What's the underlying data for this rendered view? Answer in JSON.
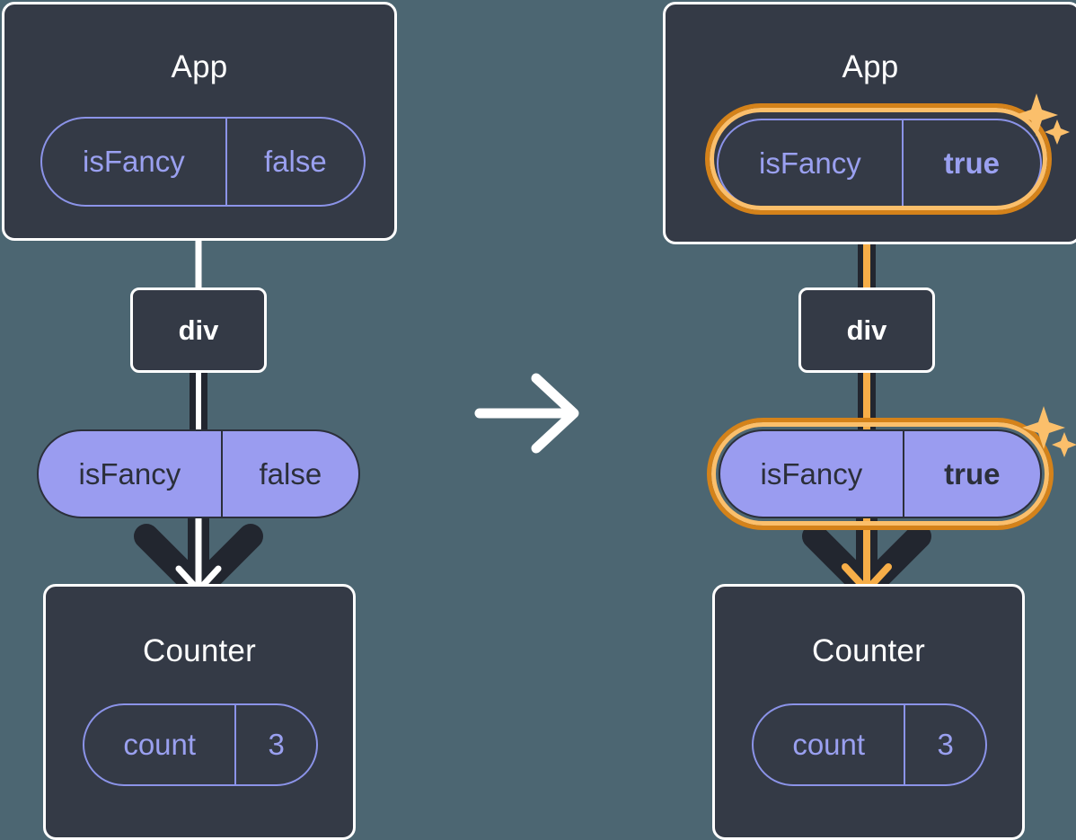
{
  "diagram": {
    "title_semantics": "React state update propagation: App passes isFancy prop down through div to Counter",
    "transition_arrow": "→",
    "colors": {
      "background": "#4C6672",
      "box_fill": "#343A46",
      "box_border": "#FFFFFF",
      "pill_outline": "#8B93E8",
      "pill_text_ghost": "#9AA0F0",
      "pill_solid_fill": "#9A9CF0",
      "pill_solid_text": "#2B2F3A",
      "highlight_outer": "#D4821A",
      "highlight_inner": "#FBBF6B",
      "sparkle": "#FBBF6B",
      "edge_dark": "#22262F",
      "edge_light": "#FFFFFF",
      "edge_highlight": "#F7AE48"
    },
    "panels": [
      {
        "id": "before",
        "state_label": "before",
        "app": {
          "title": "App",
          "pill": {
            "name": "isFancy",
            "value": "false",
            "highlighted": false,
            "value_bold": false
          }
        },
        "element": {
          "tag": "div"
        },
        "prop_pill": {
          "name": "isFancy",
          "value": "false",
          "highlighted": false,
          "value_bold": false
        },
        "child": {
          "title": "Counter",
          "pill": {
            "name": "count",
            "value": "3",
            "highlighted": false,
            "value_bold": false
          }
        },
        "sparkles": false
      },
      {
        "id": "after",
        "state_label": "after",
        "app": {
          "title": "App",
          "pill": {
            "name": "isFancy",
            "value": "true",
            "highlighted": true,
            "value_bold": true
          }
        },
        "element": {
          "tag": "div"
        },
        "prop_pill": {
          "name": "isFancy",
          "value": "true",
          "highlighted": true,
          "value_bold": true
        },
        "child": {
          "title": "Counter",
          "pill": {
            "name": "count",
            "value": "3",
            "highlighted": false,
            "value_bold": false
          }
        },
        "sparkles": true
      }
    ]
  }
}
